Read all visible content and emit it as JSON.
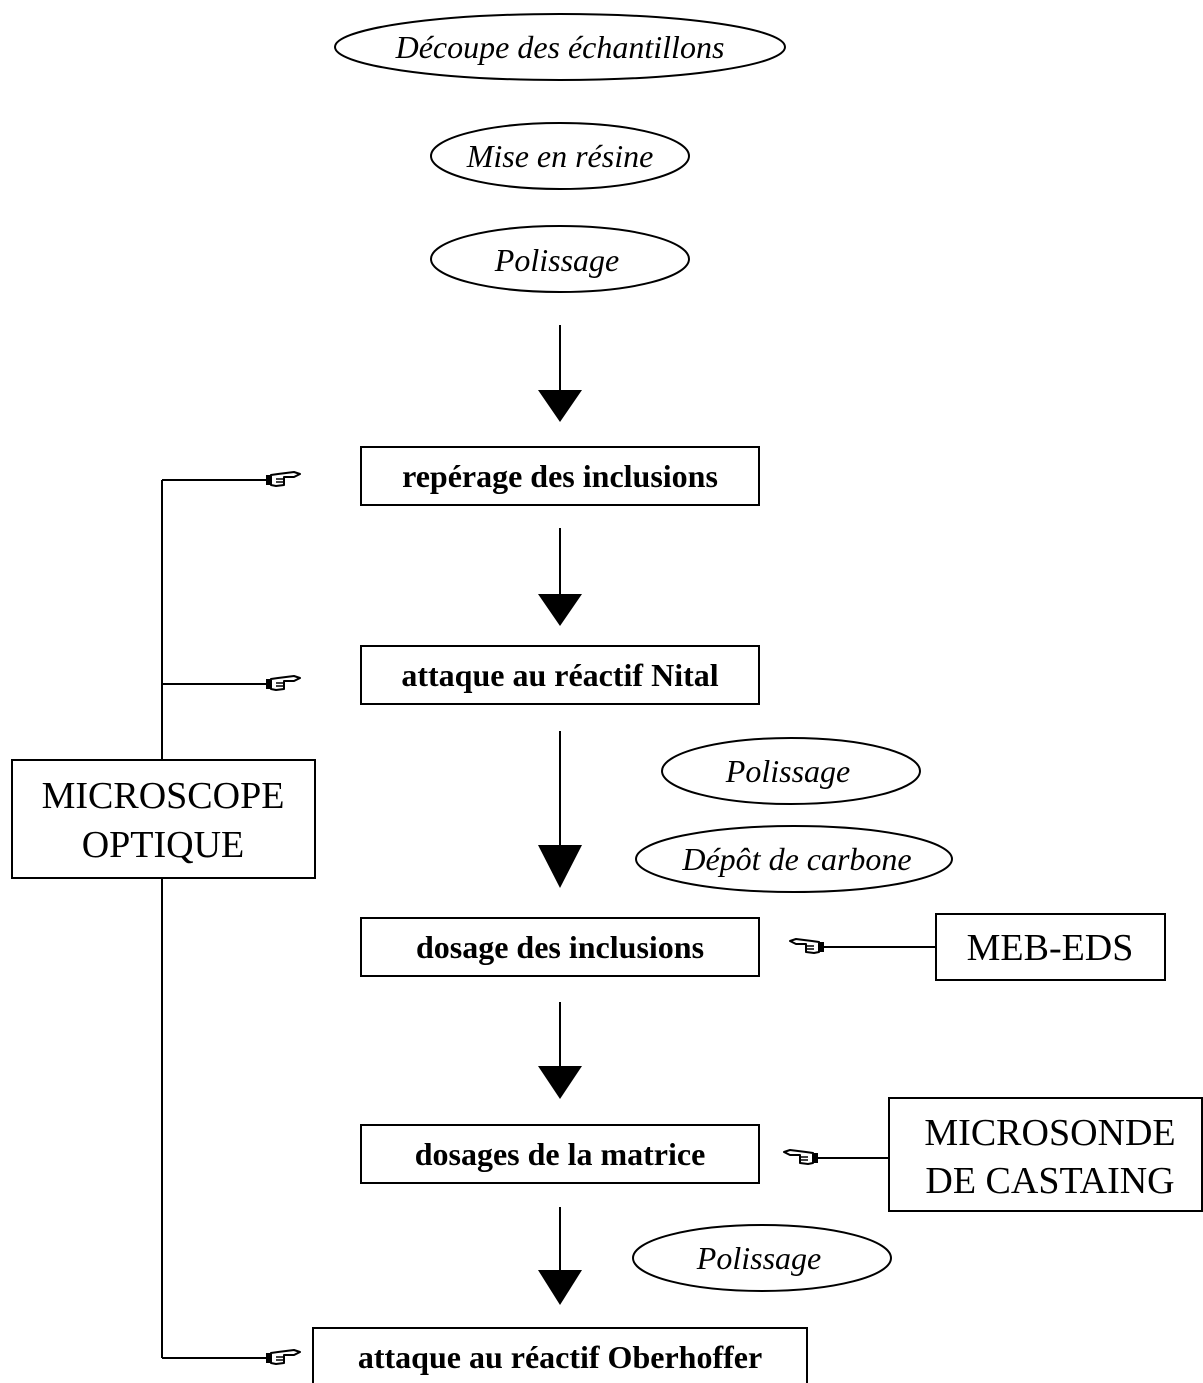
{
  "prep_steps": {
    "decoupe": "Découpe des échantillons",
    "mise_en_resine": "Mise en résine",
    "polissage_1": "Polissage",
    "polissage_2": "Polissage",
    "depot_carbone": "Dépôt de carbone",
    "polissage_3": "Polissage"
  },
  "steps": {
    "reperage": "repérage des inclusions",
    "attaque_nital": "attaque au réactif Nital",
    "dosage_inclusions": "dosage des inclusions",
    "dosages_matrice": "dosages de la matrice",
    "attaque_oberhoffer": "attaque au réactif Oberhoffer"
  },
  "instruments": {
    "microscope_line1": "MICROSCOPE",
    "microscope_line2": "OPTIQUE",
    "meb_eds": "MEB-EDS",
    "microsonde_line1": "MICROSONDE",
    "microsonde_line2": "DE CASTAING"
  },
  "icons": [
    "pointing-hand-icon"
  ]
}
